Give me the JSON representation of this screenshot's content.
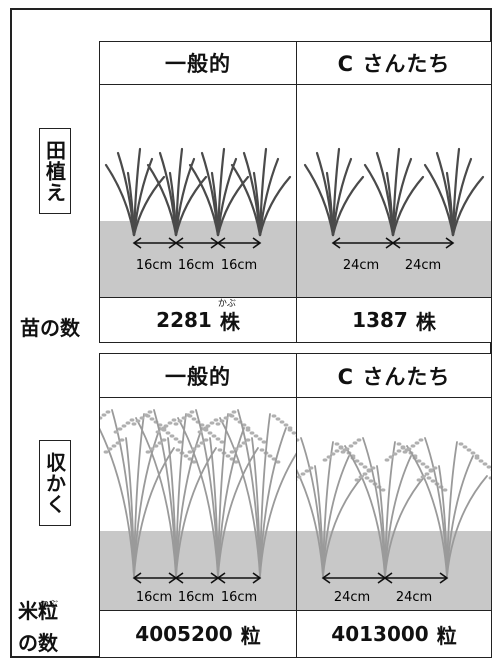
{
  "columns": {
    "general": "一般的",
    "c_san": "C さんたち"
  },
  "section_planting": {
    "label": "田植え",
    "spacing_general": [
      "16cm",
      "16cm",
      "16cm"
    ],
    "spacing_c": [
      "24cm",
      "24cm"
    ]
  },
  "seedlings": {
    "label": "苗の数",
    "ruby": "かぶ",
    "general_value": "2281",
    "general_unit": "株",
    "c_value": "1387",
    "c_unit": "株"
  },
  "section_harvest": {
    "label": "収かく",
    "spacing_general": [
      "16cm",
      "16cm",
      "16cm"
    ],
    "spacing_c": [
      "24cm",
      "24cm"
    ]
  },
  "grains": {
    "label_line1": "米粒",
    "label_line2": "の数",
    "ruby": "つぶ",
    "general_value": "4005200",
    "general_unit": "粒",
    "c_value": "4013000",
    "c_unit": "粒"
  },
  "colors": {
    "soil": "#c8c8c8",
    "border": "#222222",
    "plant": "#555555",
    "plant_light": "#9a9a9a"
  }
}
